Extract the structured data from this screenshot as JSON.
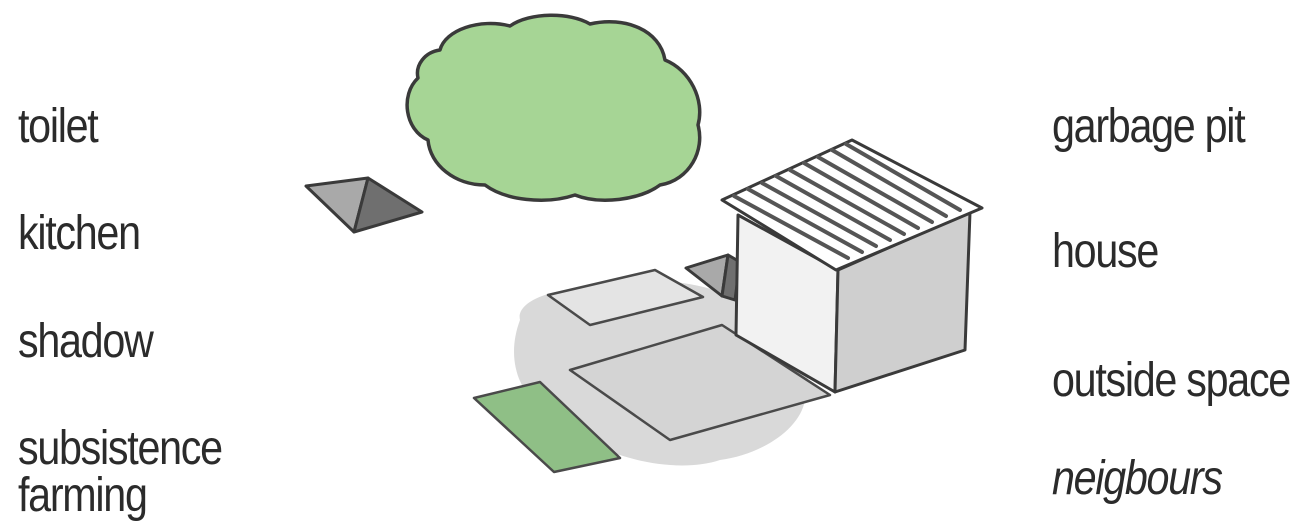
{
  "labels": {
    "toilet": "toilet",
    "kitchen": "kitchen",
    "shadow": "shadow",
    "farming_line1": "subsistence",
    "farming_line2": "farming",
    "garbage_pit": "garbage pit",
    "house": "house",
    "outside_space": "outside space",
    "neighbours": "neigbours"
  },
  "colors": {
    "tree": "#a6d595",
    "shadow": "#d9d9d9",
    "farming": "#8fbf86",
    "wall_front": "#f2f2f2",
    "wall_side": "#cfcfcf",
    "pit_dark": "#7a7a7a",
    "outline": "#3a3a3a"
  }
}
